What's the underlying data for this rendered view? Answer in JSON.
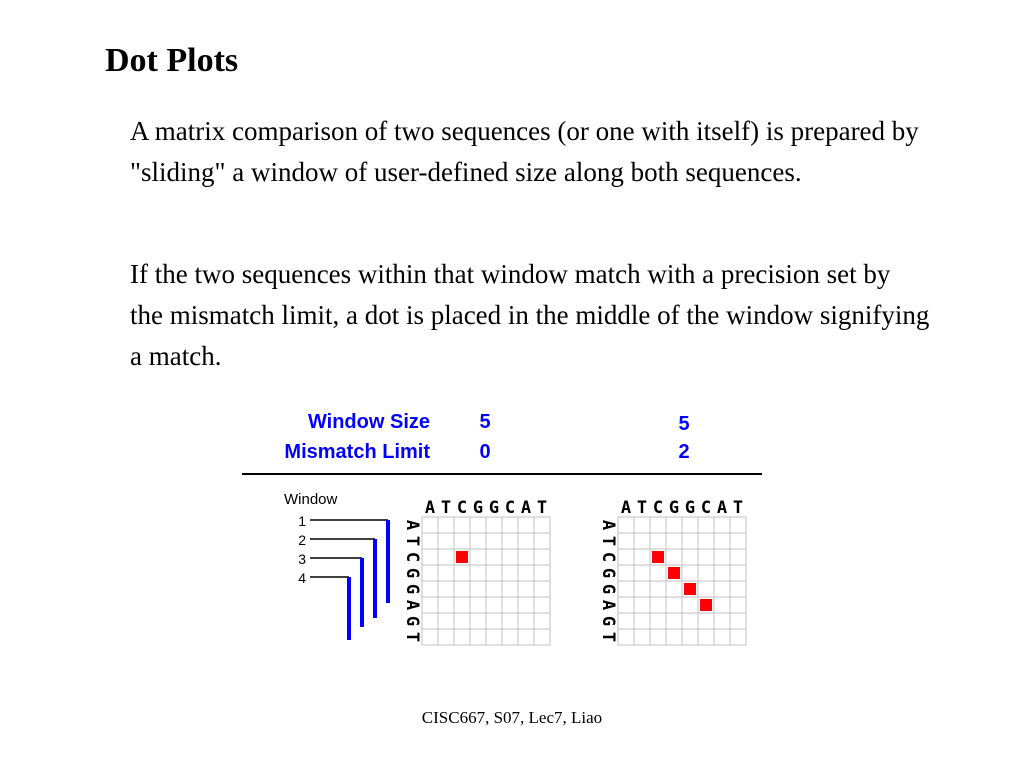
{
  "title": "Dot Plots",
  "paragraphs": [
    "A matrix comparison of two sequences (or one with itself) is prepared by \"sliding\" a window of user-defined size along both sequences.",
    "If the two sequences within that window match with a precision set by the mismatch limit, a dot is placed in the middle of the window signifying a match."
  ],
  "figure": {
    "window_size_label": "Window Size",
    "mismatch_limit_label": "Mismatch Limit",
    "window_label": "Window",
    "window_numbers": [
      "1",
      "2",
      "3",
      "4"
    ],
    "panels": [
      {
        "window_size": "5",
        "mismatch_limit": "0",
        "top_sequence": "ATCGGCAT",
        "side_sequence": "ATCGGAGT",
        "dots": [
          [
            2,
            2
          ]
        ]
      },
      {
        "window_size": "5",
        "mismatch_limit": "2",
        "top_sequence": "ATCGGCAT",
        "side_sequence": "ATCGGAGT",
        "dots": [
          [
            2,
            2
          ],
          [
            3,
            3
          ],
          [
            4,
            4
          ],
          [
            5,
            5
          ]
        ]
      }
    ],
    "colors": {
      "label_blue": "#0000ff",
      "dot_red": "#ff0000",
      "grid": "#c0c0c0"
    }
  },
  "footer": "CISC667, S07, Lec7, Liao"
}
